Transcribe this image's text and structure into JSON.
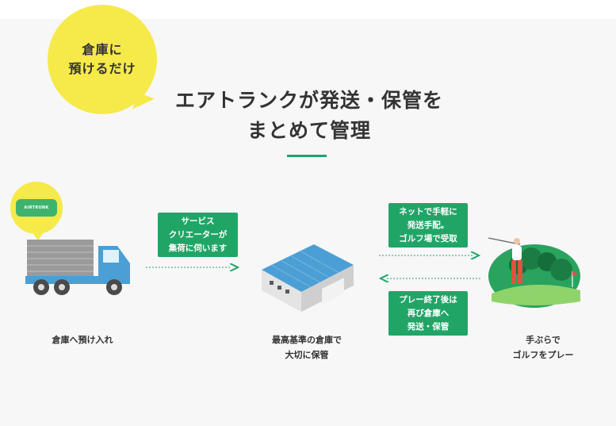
{
  "bubble": {
    "line1": "倉庫に",
    "line2": "預けるだけ"
  },
  "headline": {
    "line1": "エアトランクが発送・保管を",
    "line2": "まとめて管理"
  },
  "brand_label": "AIRTRUNK",
  "steps": {
    "pickup_box": [
      "サービス",
      "クリエーターが",
      "集荷に伺います"
    ],
    "send_box": [
      "ネットで手軽に",
      "発送手配。",
      "ゴルフ場で受取"
    ],
    "return_box": [
      "プレー終了後は",
      "再び倉庫へ",
      "発送・保管"
    ]
  },
  "captions": {
    "deposit": "倉庫へ預け入れ",
    "store_line1": "最高基準の倉庫で",
    "store_line2": "大切に保管",
    "play_line1": "手ぶらで",
    "play_line2": "ゴルフをプレー"
  },
  "colors": {
    "accent_green": "#21a567",
    "bubble_yellow": "#f6e94a",
    "truck_blue": "#4b9fd4"
  }
}
